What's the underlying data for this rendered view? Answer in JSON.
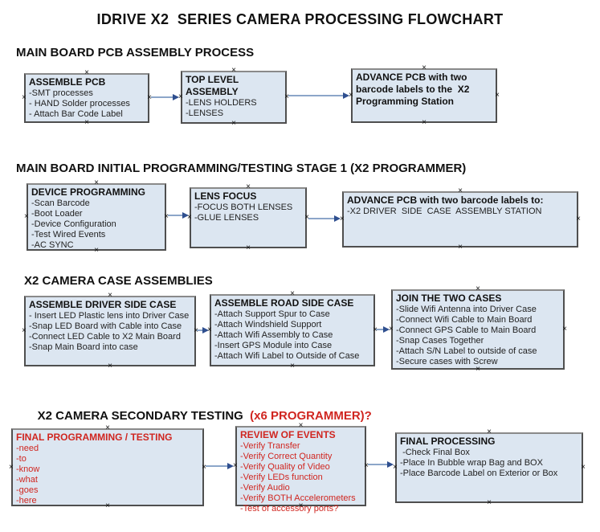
{
  "title": "IDRIVE X2  SERIES CAMERA PROCESSING FLOWCHART",
  "connection_marker": "×",
  "colors": {
    "box_fill": "#dce6f1",
    "box_border": "#4f4f4f",
    "red_text": "#d02620",
    "arrow_line": "#8ca6c9",
    "arrow_head": "#2f4f8f",
    "background": "#ffffff"
  },
  "sections": [
    {
      "heading": "MAIN BOARD PCB ASSEMBLY PROCESS",
      "boxes": [
        {
          "title": "ASSEMBLE PCB",
          "items": [
            "-SMT processes",
            "- HAND Solder processes",
            "- Attach Bar Code Label"
          ]
        },
        {
          "title": "TOP LEVEL ASSEMBLY",
          "items": [
            "-LENS HOLDERS",
            "-LENSES"
          ]
        },
        {
          "title": "ADVANCE PCB with two barcode labels to the  X2 Programming Station",
          "items": []
        }
      ]
    },
    {
      "heading": "MAIN BOARD INITIAL PROGRAMMING/TESTING STAGE 1 (X2 PROGRAMMER)",
      "boxes": [
        {
          "title": "DEVICE PROGRAMMING",
          "items": [
            "-Scan Barcode",
            "-Boot Loader",
            "-Device Configuration",
            "-Test Wired Events",
            "-AC SYNC"
          ]
        },
        {
          "title": "LENS FOCUS",
          "items": [
            "-FOCUS BOTH LENSES",
            "-GLUE LENSES"
          ]
        },
        {
          "title": "ADVANCE PCB with two barcode labels to:",
          "items": [
            "-X2 DRIVER  SIDE  CASE  ASSEMBLY STATION"
          ]
        }
      ]
    },
    {
      "heading": "X2 CAMERA CASE ASSEMBLIES",
      "boxes": [
        {
          "title": "ASSEMBLE DRIVER SIDE CASE",
          "items": [
            "- Insert LED Plastic lens into Driver Case",
            "-Snap LED Board with Cable into Case",
            "-Connect LED Cable to X2 Main Board",
            "-Snap Main Board into case"
          ]
        },
        {
          "title": "ASSEMBLE ROAD SIDE CASE",
          "items": [
            "-Attach Support Spur to Case",
            "-Attach Windshield Support",
            "-Attach Wifi Assembly to Case",
            "-Insert GPS Module into Case",
            "-Attach Wifi Label to Outside of Case"
          ]
        },
        {
          "title": "JOIN THE TWO CASES",
          "items": [
            "-Slide Wifi Antenna into Driver Case",
            "-Connect Wifi Cable to Main Board",
            "-Connect GPS Cable to Main Board",
            "-Snap Cases Together",
            "-Attach S/N Label to outside of case",
            "-Secure cases with Screw"
          ]
        }
      ]
    },
    {
      "heading": "X2 CAMERA SECONDARY TESTING  ",
      "heading_red": "(x6 PROGRAMMER)?",
      "boxes": [
        {
          "title": "FINAL PROGRAMMING / TESTING",
          "items": [
            "-need",
            "-to",
            "-know",
            "-what",
            "-goes",
            "-here"
          ]
        },
        {
          "title": "REVIEW OF EVENTS",
          "items": [
            "-Verify Transfer",
            "-Verify Correct Quantity",
            "-Verify Quality of Video",
            "-Verify LEDs function",
            "-Verify Audio",
            "-Verify BOTH Accelerometers",
            "-Test of accessory ports?"
          ]
        },
        {
          "title": "FINAL PROCESSING",
          "items": [
            " -Check Final Box",
            "-Place In Bubble wrap Bag and BOX",
            "-Place Barcode Label on Exterior or Box"
          ]
        }
      ]
    }
  ]
}
